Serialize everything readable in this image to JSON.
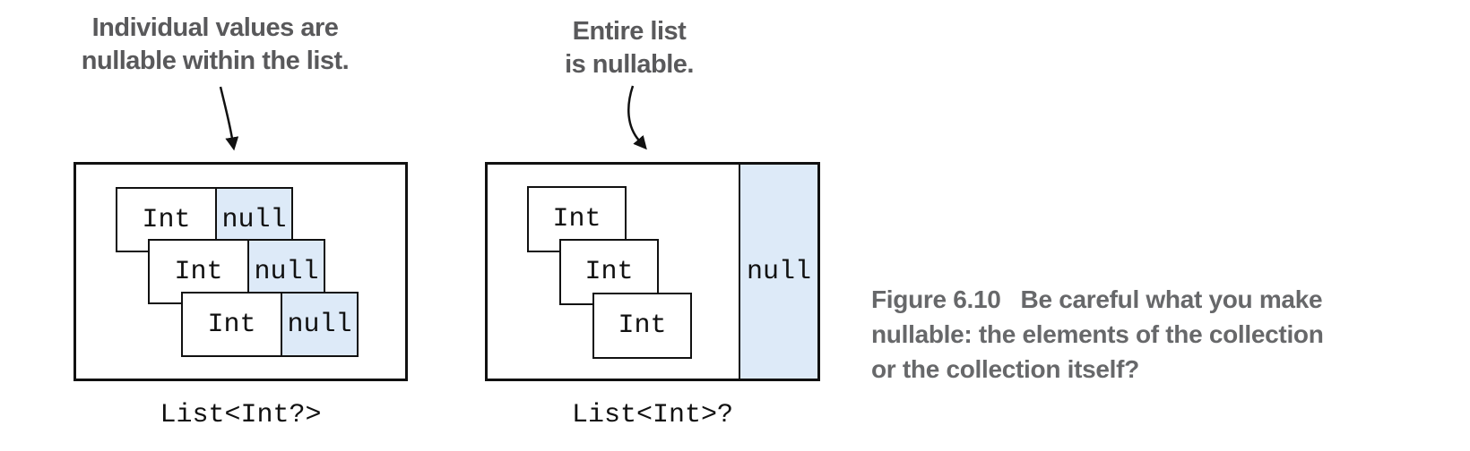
{
  "colors": {
    "null_fill": "#ddeaf8",
    "line": "#111111",
    "annotation_text": "#59595b",
    "caption_text": "#67686a"
  },
  "left_diagram": {
    "annotation": {
      "line1": "Individual values are",
      "line2": "nullable within the list."
    },
    "cards": [
      {
        "value": "Int",
        "null_label": "null"
      },
      {
        "value": "Int",
        "null_label": "null"
      },
      {
        "value": "Int",
        "null_label": "null"
      }
    ],
    "label": "List<Int?>"
  },
  "right_diagram": {
    "annotation": {
      "line1": "Entire list",
      "line2": "is nullable."
    },
    "cards": [
      {
        "value": "Int"
      },
      {
        "value": "Int"
      },
      {
        "value": "Int"
      }
    ],
    "null_label": "null",
    "label": "List<Int>?"
  },
  "caption": {
    "figure_label": "Figure 6.10",
    "line1_rest": "Be careful what you make",
    "line2": "nullable: the elements of the collection",
    "line3": "or the collection itself?"
  }
}
